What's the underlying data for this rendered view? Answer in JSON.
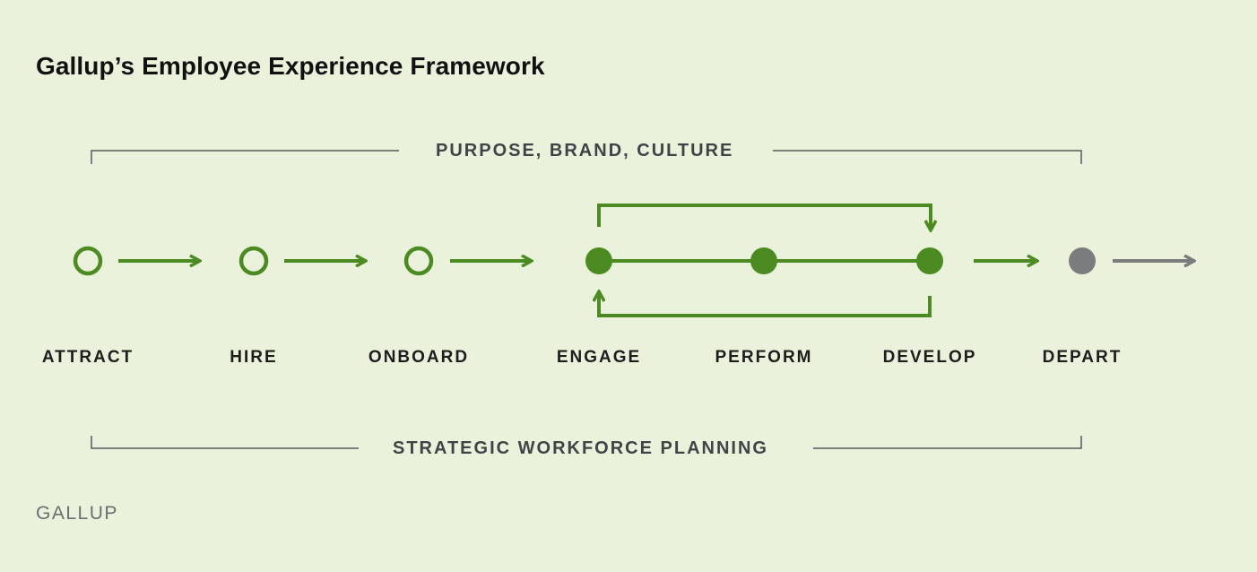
{
  "title": "Gallup’s Employee Experience Framework",
  "top_bracket_label": "PURPOSE, BRAND, CULTURE",
  "bottom_bracket_label": "STRATEGIC WORKFORCE PLANNING",
  "stages": [
    {
      "label": "ATTRACT",
      "marker": "hollow"
    },
    {
      "label": "HIRE",
      "marker": "hollow"
    },
    {
      "label": "ONBOARD",
      "marker": "hollow"
    },
    {
      "label": "ENGAGE",
      "marker": "filled"
    },
    {
      "label": "PERFORM",
      "marker": "filled"
    },
    {
      "label": "DEVELOP",
      "marker": "filled"
    },
    {
      "label": "DEPART",
      "marker": "gray"
    }
  ],
  "footer": "GALLUP",
  "colors": {
    "background": "#ebf2dc",
    "green": "#4c8a22",
    "gray": "#7a7c7d",
    "line": "#555a5c"
  }
}
